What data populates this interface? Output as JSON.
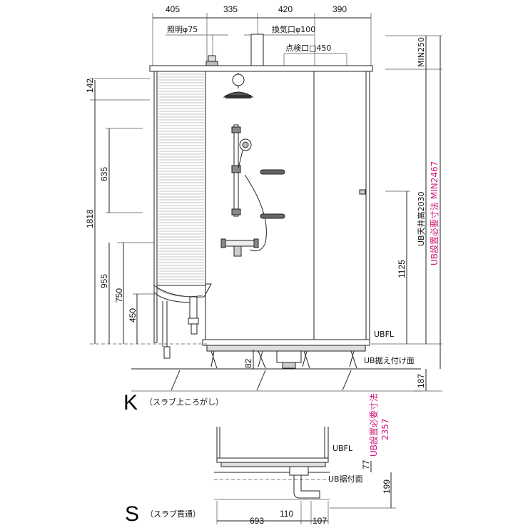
{
  "top_dimensions": [
    "405",
    "335",
    "420",
    "390"
  ],
  "labels": {
    "lighting": "照明φ75",
    "vent": "換気口φ100",
    "inspection": "点検口□450",
    "min250": "MIN250",
    "ubfl": "UBFL",
    "ub_mount_surface": "UB据え付け面",
    "ub_ceiling_height": "UB天井高2030",
    "ub_required_dim": "UB設置必要寸法 MIN2467"
  },
  "left_dimensions": {
    "d142": "142",
    "d635": "635",
    "d1818": "1818",
    "d955": "955",
    "d750": "750",
    "d450": "450",
    "d82": "82"
  },
  "right_dimensions": {
    "d1125": "1125",
    "d187": "187"
  },
  "section_k": {
    "letter": "K",
    "caption": "（スラブ上ころがし）"
  },
  "section_s": {
    "letter": "S",
    "caption": "（スラブ貫通）",
    "ubfl": "UBFL",
    "ub_mount_surface": "UB据付面",
    "required_dim": "UB設置必要寸法",
    "required_value": "2357",
    "d77": "77",
    "d199": "199",
    "d693": "693",
    "d110": "110",
    "d107": "107"
  }
}
